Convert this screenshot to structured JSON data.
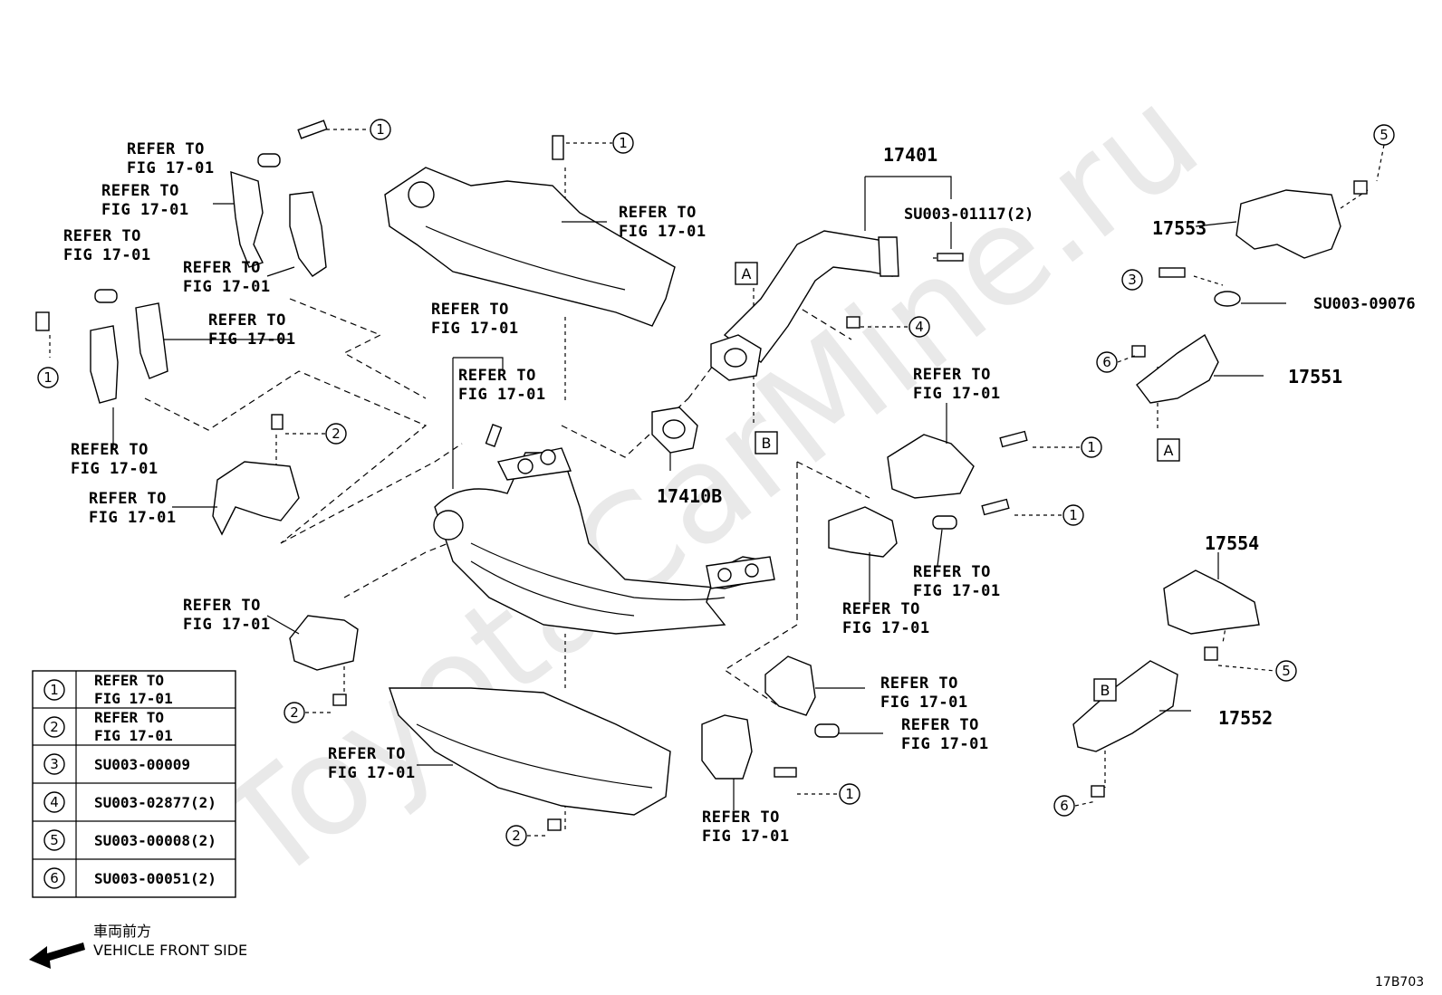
{
  "watermark": "ToyotaCarMine.ru",
  "refer_text": {
    "line1": "REFER TO",
    "line2": "FIG 17-01"
  },
  "part_numbers": {
    "p17401": "17401",
    "p17410b": "17410B",
    "p17553": "17553",
    "p17551": "17551",
    "p17554": "17554",
    "p17552": "17552"
  },
  "codes": {
    "su_01117": "SU003-01117(2)",
    "su_09076": "SU003-09076"
  },
  "callouts": [
    "1",
    "2",
    "3",
    "4",
    "5",
    "6"
  ],
  "connectors": [
    "A",
    "B"
  ],
  "legend": [
    {
      "num": "1",
      "line1": "REFER TO",
      "line2": "FIG 17-01"
    },
    {
      "num": "2",
      "line1": "REFER TO",
      "line2": "FIG 17-01"
    },
    {
      "num": "3",
      "line1": "SU003-00009",
      "line2": ""
    },
    {
      "num": "4",
      "line1": "SU003-02877(2)",
      "line2": ""
    },
    {
      "num": "5",
      "line1": "SU003-00008(2)",
      "line2": ""
    },
    {
      "num": "6",
      "line1": "SU003-00051(2)",
      "line2": ""
    }
  ],
  "front": {
    "jp": "車両前方",
    "en": "VEHICLE FRONT SIDE"
  },
  "figure_id": "17B703"
}
